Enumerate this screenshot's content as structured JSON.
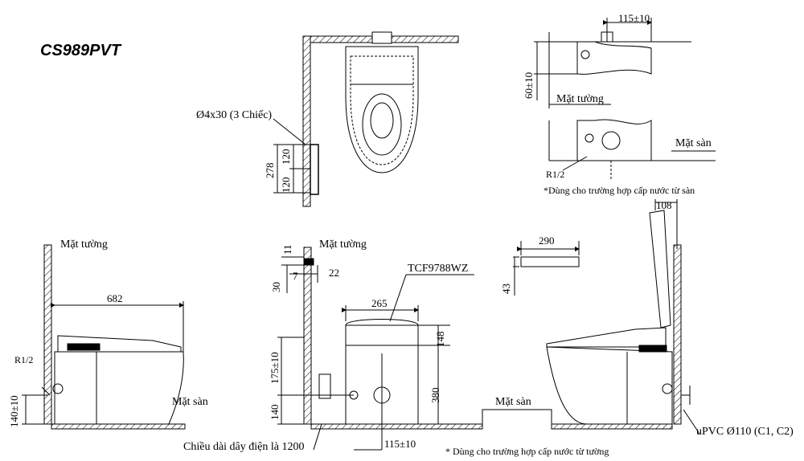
{
  "model": "CS989PVT",
  "labels": {
    "wall": "Mặt tường",
    "floor": "Mặt sàn",
    "screw": "Ø4x30 (3 Chiếc)",
    "r12": "R1/2",
    "cover_model": "TCF9788WZ",
    "cable": "Chiều dài dây điện là 1200",
    "upvc": "uPVC Ø110 (C1, C2)",
    "note_floor": "*Dùng cho trường hợp cấp nước từ sàn",
    "note_wall": "* Dùng cho trường hợp cấp nước từ tường"
  },
  "dims": {
    "d_115a": "115±10",
    "d_60": "60±10",
    "d_278": "278",
    "d_120a": "120",
    "d_120b": "120",
    "d_108": "108",
    "d_682": "682",
    "d_11": "11",
    "d_7": "7",
    "d_22": "22",
    "d_30": "30",
    "d_290": "290",
    "d_43": "43",
    "d_265": "265",
    "d_148": "148",
    "d_380": "380",
    "d_175": "175±10",
    "d_140a": "140",
    "d_140b": "140±10",
    "d_115b": "115±10"
  }
}
